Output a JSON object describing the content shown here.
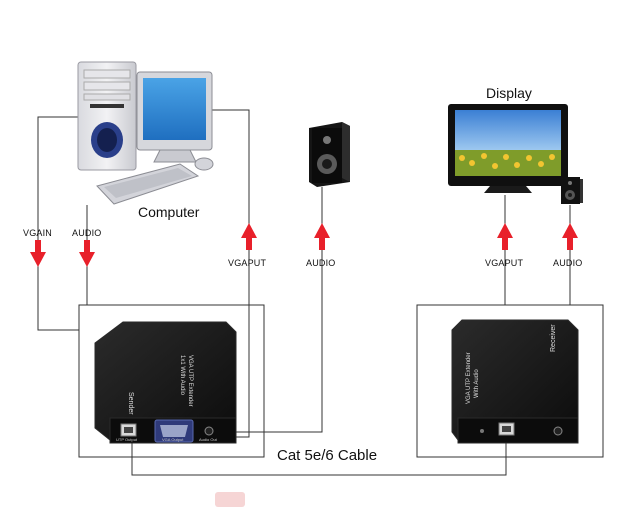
{
  "labels": {
    "computer": "Computer",
    "display": "Display",
    "vgain": "VGAIN",
    "audio_in": "AUDIO",
    "vgaput_tx": "VGAPUT",
    "audio_tx": "AUDIO",
    "vgaput_rx": "VGAPUT",
    "audio_rx": "AUDIO",
    "cable": "Cat 5e/6 Cable"
  },
  "sender": {
    "top_text_1": "VGA UTP Extender",
    "top_text_2": "1x1 With Audio",
    "side_text": "Sender",
    "port_utp": "UTP Output",
    "port_vga": "VGA Output",
    "port_audio": "Audio Out"
  },
  "receiver": {
    "top_text_1": "VGA UTP Extender",
    "top_text_2": "With Audio",
    "side_text": "Receiver"
  },
  "colors": {
    "line": "#333333",
    "arrow": "#e8202a",
    "device": "#141414",
    "device_edge": "#2a2a2a"
  }
}
